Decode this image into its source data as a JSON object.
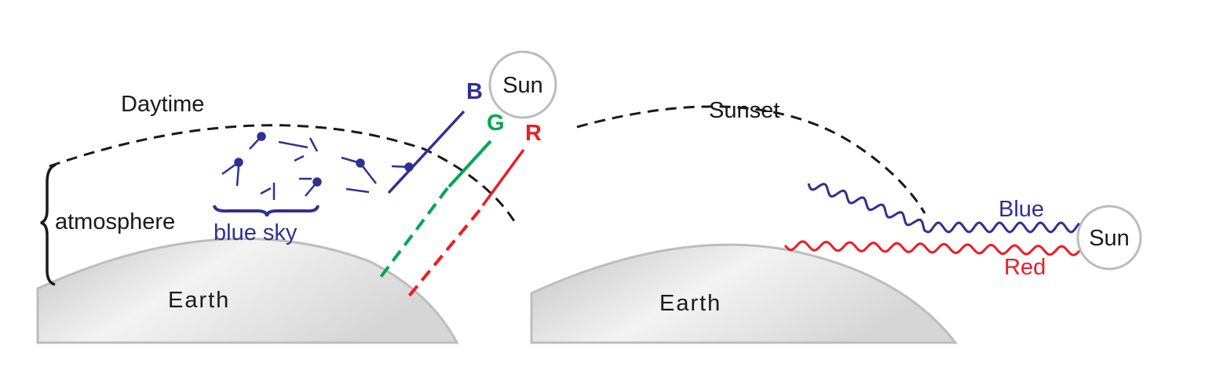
{
  "colors": {
    "blue": "#2e3192",
    "green": "#00a651",
    "red": "#ed1c24",
    "black": "#1a1a1a",
    "sun_outline": "#bcbcbc",
    "earth_light": "#f2f2f2",
    "earth_dark": "#c4c4c4",
    "earth_edge": "#bdbdbd"
  },
  "daytime": {
    "title": "Daytime",
    "atmosphere_label": "atmosphere",
    "blue_sky_label": "blue sky",
    "earth_label": "Earth",
    "sun_label": "Sun",
    "rays": {
      "blue": "B",
      "green": "G",
      "red": "R"
    }
  },
  "sunset": {
    "title": "Sunset",
    "earth_label": "Earth",
    "sun_label": "Sun",
    "blue_wave_label": "Blue",
    "red_wave_label": "Red"
  }
}
